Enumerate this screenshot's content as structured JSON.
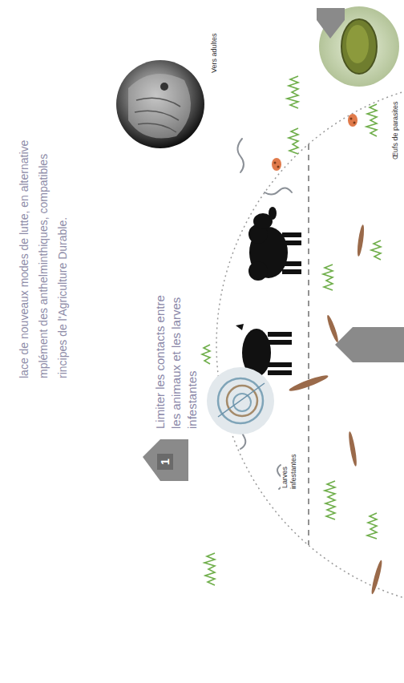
{
  "diagram": {
    "labels": [
      "lace de nouveaux modes de lutte, en alternative",
      "mplément des anthelminthiques, compatibles",
      "rincipes de l'Agriculture Durable.",
      "Limiter les contacts entre les animaux et les larves infestantes",
      "1",
      "Vers adultes",
      "Larves infestantes",
      "Œufs de parasites"
    ]
  }
}
